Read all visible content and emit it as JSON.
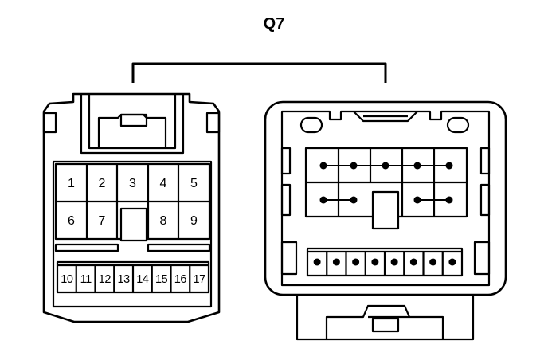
{
  "diagram": {
    "title": "Q7",
    "line_color": "#000000",
    "background": "#ffffff",
    "left_connector": {
      "top_row": [
        "1",
        "2",
        "3",
        "4",
        "5"
      ],
      "middle_row": [
        "6",
        "7",
        "",
        "8",
        "9"
      ],
      "bottom_row": [
        "10",
        "11",
        "12",
        "13",
        "14",
        "15",
        "16",
        "17"
      ]
    },
    "right_connector": {
      "upper_dot_rows": 2,
      "bottom_dot_count": 8
    }
  }
}
